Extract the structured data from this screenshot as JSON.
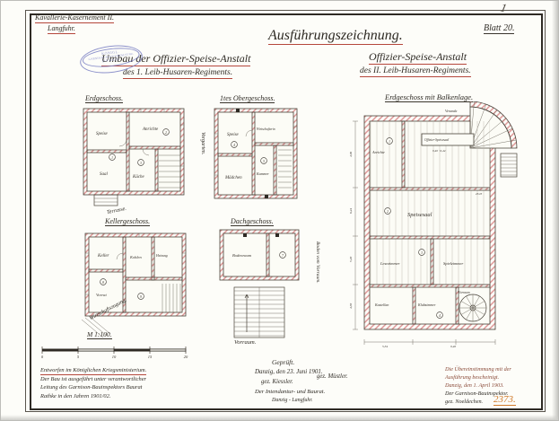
{
  "header": {
    "site_line1": "Kavallerie-Kasernement II.",
    "site_line2": "Langfuhr.",
    "title": "Ausführungszeichnung.",
    "project_line1": "Umbau der Offizier-Speise-Anstalt",
    "project_line2": "des 1. Leib-Husaren-Regiments.",
    "right_line1": "Offizier-Speise-Anstalt",
    "right_line2": "des II. Leib-Husaren-Regiments.",
    "sheet": "Blatt 20.",
    "corner_mark": "1"
  },
  "stamp": {
    "line1": "KÖNIGL.",
    "line2": "GARNISON-BAUVERWALTUNG",
    "line3": "DANZIG"
  },
  "plans": {
    "erdgeschoss": {
      "title": "Erdgeschoss.",
      "rooms": [
        "Speise",
        "Saal",
        "Anrichte",
        "Küche"
      ],
      "numbers": [
        "1",
        "2",
        "3"
      ],
      "caption": "Terrasse.",
      "side_label": "Vorgarten."
    },
    "obergeschoss": {
      "title": "1tes Obergeschoss.",
      "rooms": [
        "Speise",
        "Wirtschafterin",
        "Mädchen",
        "Kammer"
      ],
      "numbers": [
        "4",
        "5"
      ]
    },
    "kellergeschoss": {
      "title": "Kellergeschoss.",
      "rooms": [
        "Keller",
        "Kohlen",
        "Heizung",
        "Vorrat"
      ],
      "numbers": [
        "8",
        "9"
      ],
      "slant_label": "Wirtschaftszugang."
    },
    "dachgeschoss": {
      "title": "Dachgeschoss.",
      "rooms": [
        "Bodenraum"
      ],
      "numbers": [
        "7"
      ],
      "caption": "Vorraum.",
      "side_label": "Boden vom Vorraum."
    },
    "hauptplan": {
      "title": "Erdgeschoss mit Balkenlage.",
      "rooms": [
        "Anrichte",
        "Offizier-Speisesaal",
        "Veranda",
        "Speisesaal",
        "Lesezimmer",
        "Spielzimmer",
        "Kastellan",
        "Klubzimmer",
        "Vorraum"
      ],
      "numbers": [
        "1",
        "2",
        "3",
        "4"
      ],
      "dims": [
        "9,40 · 6,44",
        "4,96",
        "6,44",
        "5,20",
        "4,30",
        "5,34",
        "9,40",
        "25/25"
      ]
    }
  },
  "scale": {
    "label": "M 1:100.",
    "numbers": [
      "0",
      "5",
      "10",
      "15",
      "20"
    ]
  },
  "notes_left": {
    "line1": "Entworfen im Königlichen Kriegsministerium.",
    "line2": "Der Bau ist ausgeführt unter verantwortlicher",
    "line3": "Leitung des Garnison-Bauinspektors Baurat",
    "line4": "Rathke in den Jahren 1901/02."
  },
  "approval": {
    "label": "Geprüft.",
    "date": "Danzig, den 23. Juni 1901.",
    "sig_left": "gez. Kiessler.",
    "sig_right": "gez. Müstler.",
    "title_line": "Der Intendantur- und Baurat.",
    "place": "Danzig - Langfuhr."
  },
  "certificate": {
    "line1": "Die Übereinstimmung mit der",
    "line2": "Ausführung bescheinigt.",
    "line3": "Danzig, den 1. April 1903.",
    "line4": "Der Garnison-Bauinspektor.",
    "line5": "gez. Noeldechen."
  },
  "footer": {
    "number": "2373."
  }
}
